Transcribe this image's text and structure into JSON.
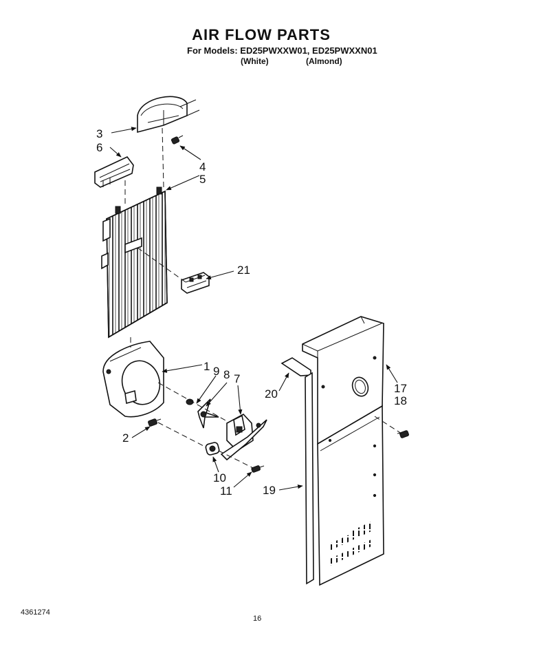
{
  "header": {
    "title": "AIR FLOW PARTS",
    "models_line": "For Models: ED25PWXXW01, ED25PWXXN01",
    "variant_white": "(White)",
    "variant_almond": "(Almond)"
  },
  "footer": {
    "document_number": "4361274",
    "page_number": "16"
  },
  "callouts": [
    "1",
    "2",
    "3",
    "4",
    "5",
    "6",
    "7",
    "8",
    "9",
    "10",
    "11",
    "17",
    "18",
    "19",
    "20",
    "21"
  ]
}
